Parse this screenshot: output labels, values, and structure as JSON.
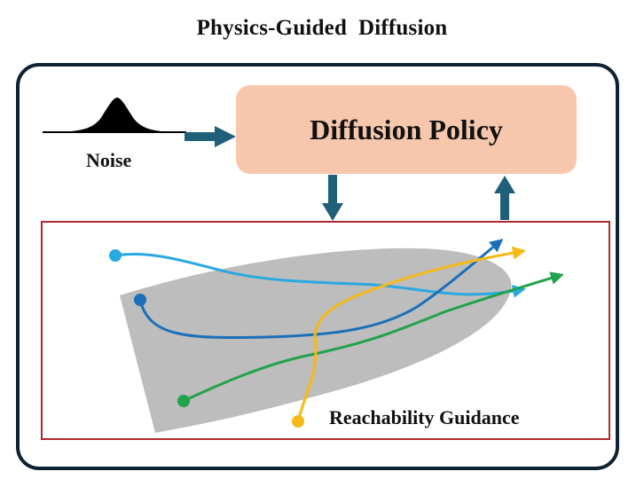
{
  "title": "Physics-Guided  Diffusion",
  "policy": {
    "label": "Diffusion Policy"
  },
  "noise": {
    "label": "Noise"
  },
  "guidance": {
    "label": "Reachability Guidance"
  },
  "colors": {
    "frame": "#0f2233",
    "policy_fill": "#f6c7ad",
    "arrow": "#1f5f7a",
    "guidance_border": "#b3282d",
    "region": "#bdbdbd",
    "traj_light_blue": "#29a9e0",
    "traj_dark_blue": "#1b6fba",
    "traj_green": "#22a24b",
    "traj_yellow": "#f6b915"
  }
}
